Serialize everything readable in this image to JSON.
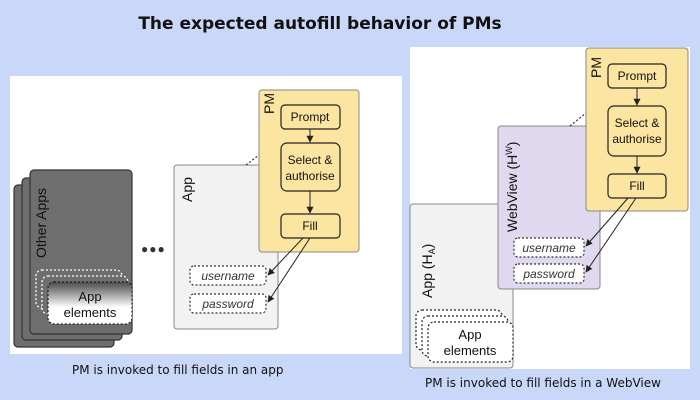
{
  "title": "The expected autofill behavior of PMs",
  "left_diagram": {
    "other_apps_label": "Other Apps",
    "app_elements_line1": "App",
    "app_elements_line2": "elements",
    "ellipsis": "●●●",
    "app_label": "App",
    "username": "username",
    "password": "password",
    "pm_label": "PM",
    "prompt": "Prompt",
    "select_line1": "Select &",
    "select_line2": "authorise",
    "fill": "Fill",
    "caption": "PM is invoked to fill fields in an app"
  },
  "right_diagram": {
    "app_label": "App (H",
    "app_label_sub": "A",
    "app_label_end": ")",
    "webview_label": "WebView (H",
    "webview_label_sup": "W",
    "webview_label_end": ")",
    "username": "username",
    "password": "password",
    "app_elements_line1": "App",
    "app_elements_line2": "elements",
    "pm_label": "PM",
    "prompt": "Prompt",
    "select_line1": "Select &",
    "select_line2": "authorise",
    "fill": "Fill",
    "caption": "PM is invoked to fill fields in a WebView"
  },
  "colors": {
    "background": "#c9d7f8",
    "pm_fill": "#fbe5a0",
    "webview_fill": "#e0d8ee",
    "app_fill": "#f2f2f2",
    "other_apps_fill": "#6e6e6e"
  }
}
